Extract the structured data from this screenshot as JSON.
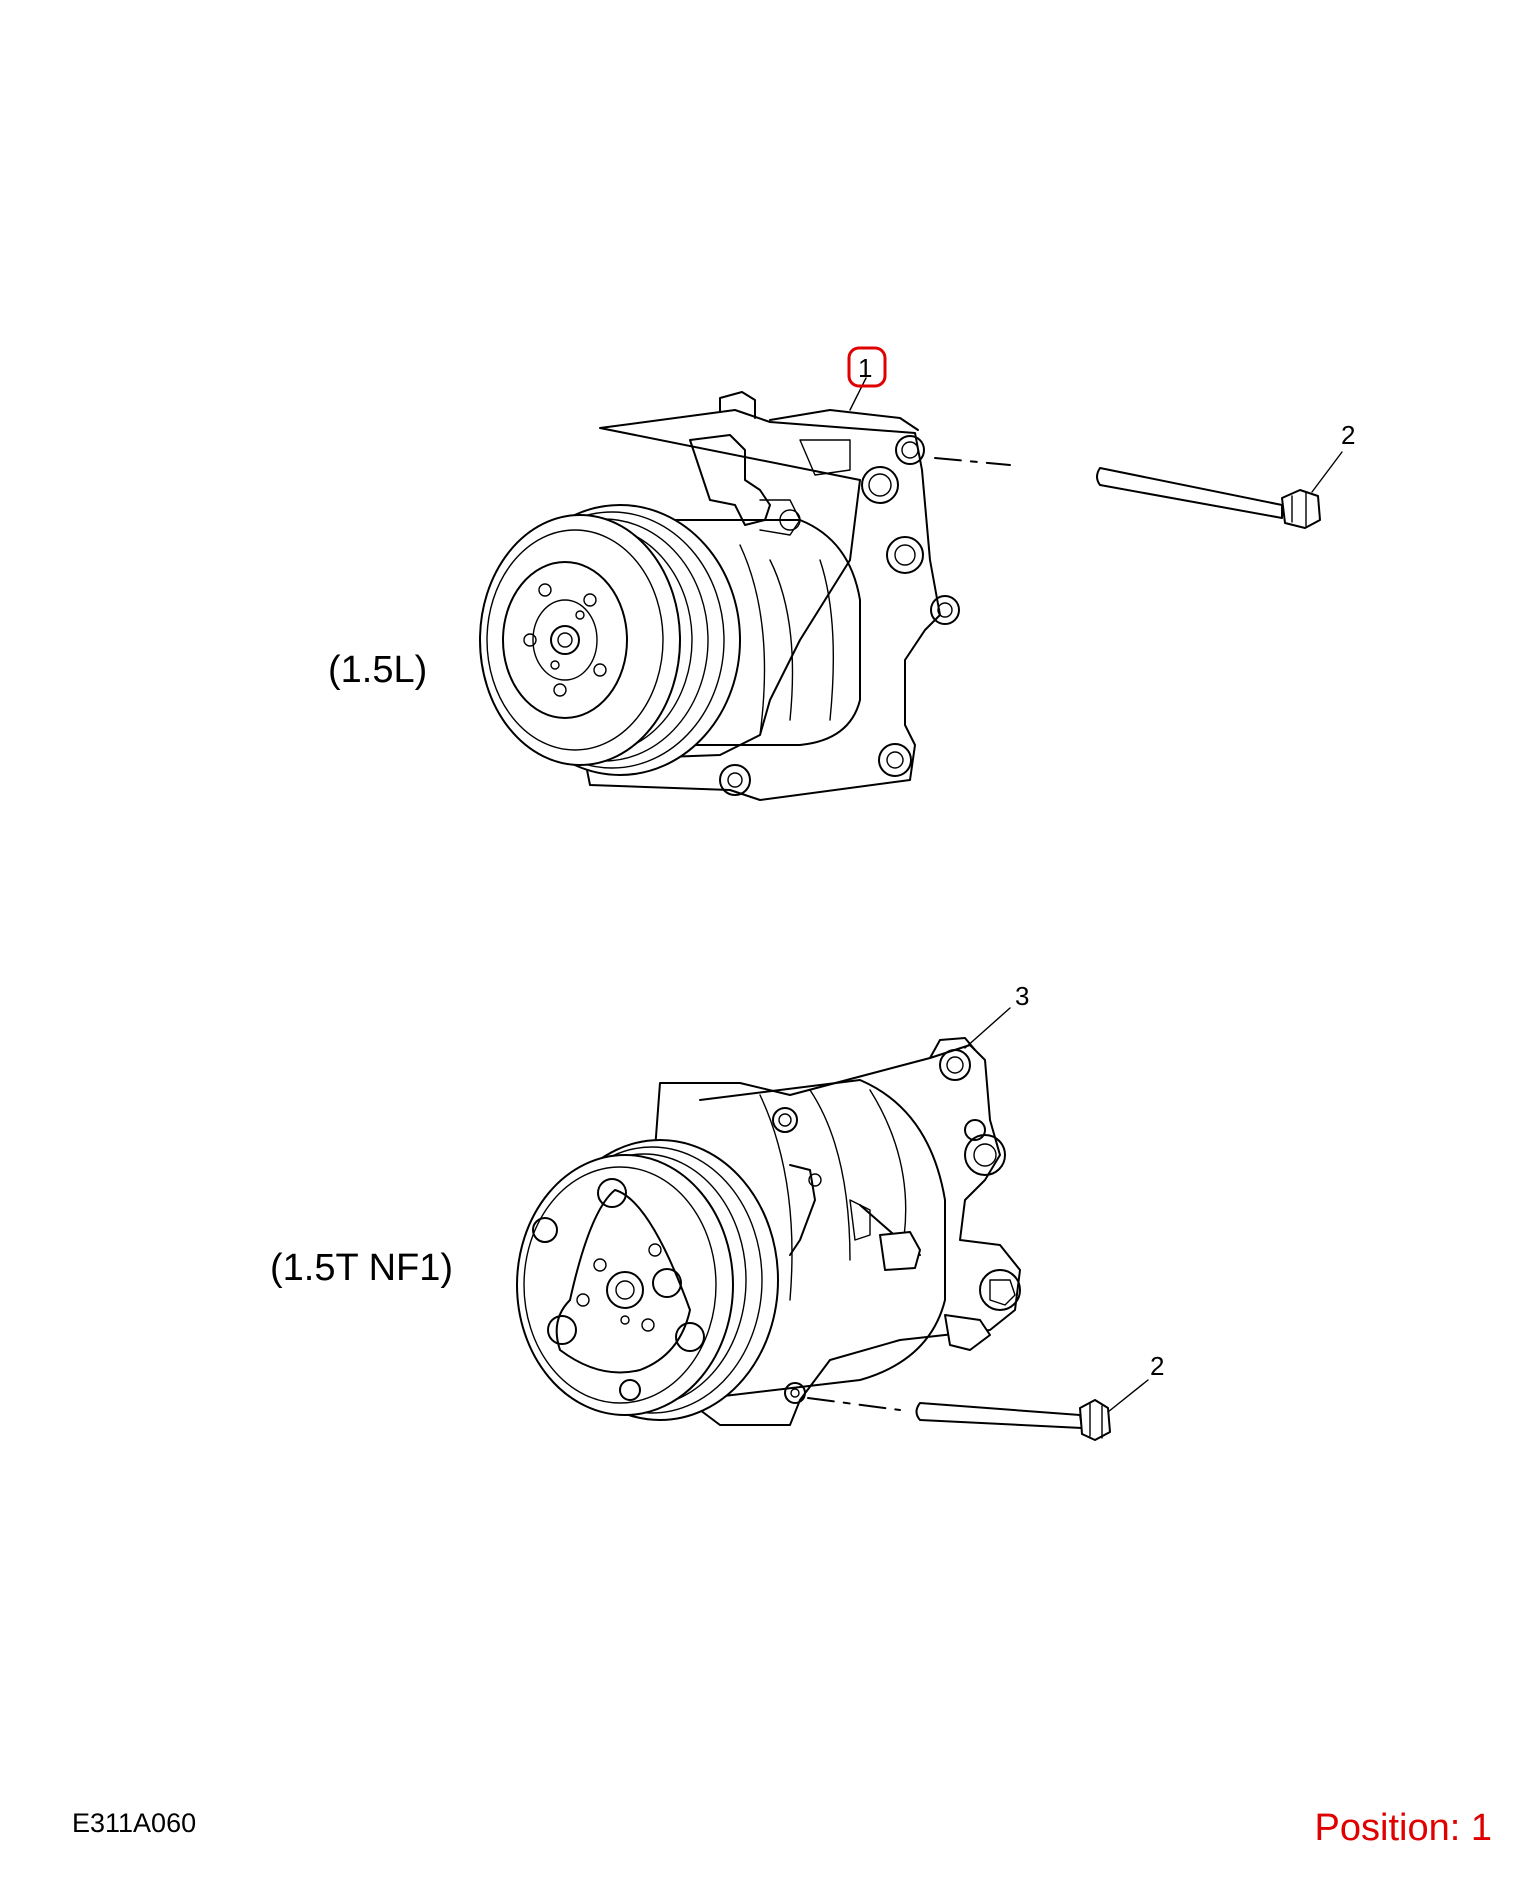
{
  "diagram_code": "E311A060",
  "position_label": "Position: 1",
  "highlight_color": "#e00000",
  "upper_assembly": {
    "variant_label": "(1.5L)",
    "callout_compressor": "1",
    "callout_bolt": "2",
    "highlighted_callout": "1"
  },
  "lower_assembly": {
    "variant_label": "(1.5T NF1)",
    "callout_compressor": "3",
    "callout_bolt": "2"
  }
}
